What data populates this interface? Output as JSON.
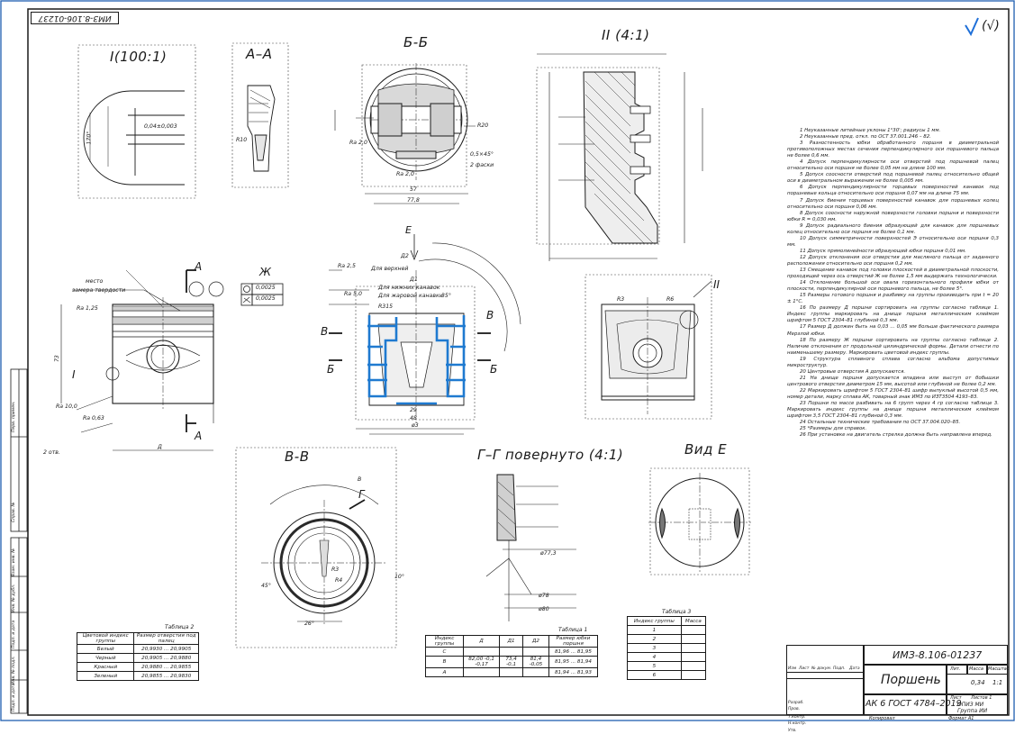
{
  "drawing": {
    "stamp_top": "ИМЗ-8.106-01237",
    "roughness_mark": "(√)",
    "sections": {
      "detail_I_title": "I(100:1)",
      "section_AA_title": "А–А",
      "section_BB_title": "Б-Б",
      "detail_II_title": "II (4:1)",
      "section_VV_title": "В-В",
      "section_GG_title": "Г–Г повернуто (4:1)",
      "view_E_title": "Вид Е"
    },
    "labels": {
      "place_hardness": "место",
      "place_hardness_2": "замера твердости",
      "E_arrow": "Е",
      "A_top": "А",
      "A_bottom": "А",
      "Zh": "Ж",
      "V_left": "В",
      "V_right": "В",
      "B_left": "Б",
      "B_right": "Б",
      "G": "Г",
      "I_mark": "I",
      "II_mark": "II",
      "Zh_tol_1": "0,0025",
      "Zh_tol_2": "0,0025",
      "D": "Д",
      "D1": "Д1",
      "D2": "Д2",
      "detail_I_dim": "0,04±0,003",
      "detail_I_angle": "170°",
      "for_fire_groove": "Для жаровой канавки",
      "for_upper_groove": "Для верхней",
      "for_lower_grooves": "Для нижних канавок",
      "dim_35": "35°",
      "dim_R315": "R315",
      "dim_57": "57",
      "dim_778": "77,8",
      "dim_63": "ø3",
      "dim_29": "29",
      "dim_48": "48",
      "dim_R3": "R3",
      "dim_R6": "R6",
      "dim_R10": "R10",
      "dim_R20": "R20",
      "dim_Ra20_1": "Ra 2,0",
      "dim_Ra20_2": "Ra 2,0",
      "dim_Ra125": "Ra 1,25",
      "dim_Ra100": "Ra 10,0",
      "dim_Ra063": "Ra 0,63",
      "dim_Ra25": "Ra 2,5",
      "dim_Ra50": "Ra 5,0",
      "dim_45deg": "0,5×45°",
      "dim_2faces": "2 фаски",
      "dim_78": "ø78",
      "dim_80": "ø80",
      "dim_773": "ø77,3",
      "dim_10deg": "10°",
      "dim_45": "45°",
      "dim_26": "26°",
      "dim_73": "73",
      "dim_2otv": "2 отв.",
      "dim_R4": "R4",
      "dim_R3b": "R3",
      "dim_B": "В"
    }
  },
  "notes": [
    "1 Неуказанные литейные уклоны 1°30'; радиусы 1 мм.",
    "2 Неуказанные пред. откл. по ОСТ 37.001.246 – 82.",
    "3 Разностенность юбки обработанного поршня в диаметральной противоположных местах сечения перпендикулярного оси поршневого пальца не более 0,6 мм.",
    "4 Допуск перпендикулярности оси отверстий под поршневой палец относительно оси поршня не более 0,05 мм на длине 100 мм.",
    "5 Допуск соосности отверстий под поршневой палец относительно общей оси в диаметральном выражении не более 0,005 мм.",
    "6 Допуск перпендикулярности торцевых поверхностей канавок под поршневые кольца относительно оси поршня 0,07 мм на длине 75 мм.",
    "7 Допуск биения торцевых поверхностей канавок для поршневых колец относительно оси поршня 0,06 мм.",
    "8 Допуск соосности наружной поверхности головки поршня и поверхности юбки R = 0,030 мм.",
    "9 Допуск радиального биения образующей для канавок для поршневых колец относительно оси поршня не более 0,1 мм.",
    "10 Допуск симметричности поверхностей Э относительно оси поршня 0,3 мм.",
    "11 Допуск прямолинейности образующей юбки поршня 0,01 мм.",
    "12 Допуск отклонения оси отверстия для масляного пальца от заданного расположения относительно оси поршня 0,2 мм.",
    "13 Смещение канавок под головки плоскостей в диаметральной плоскости, проходящей через ось отверстий Ж не более 1,5 мм выдержать технологически.",
    "14 Отклонение большой оси овала горизонтального профиля юбки от плоскости, перпендикулярной оси поршневого пальца, не более 5°.",
    "15 Размеры готового поршня и разбивку на группы производить при t = 20 ± 1°С.",
    "16 По размеру Д поршни сортировать на группы согласно таблице 1. Индекс группы маркировать на днище поршня металлическим клеймом шрифтом 5 ГОСТ 2304–81 глубиной 0,3 мм.",
    "17 Размер Д должен быть на 0,03 ... 0,05 мм больше фактического размера Мерзлой юбки.",
    "18 По размеру Ж поршни сортировать на группы согласно таблице 2. Наличие отклонения от продольной цилиндрической формы. Детали отнести по наименьшему размеру. Маркировать цветовой индекс группы.",
    "19 Структура сплавного сплава согласно альбома допустимых микроструктур.",
    "20 Центровые отверстия А допускаются.",
    "21 На днище поршня допускается впадина или выступ от бобышки центрового отверстия диаметром 15 мм, высотой или глубиной не более 0,2 мм.",
    "22 Маркировать шрифтом 5 ГОСТ 2304–81 шифр выпуклый высотой 0,5 мм, номер детали, марку сплава АК, товарный знак ИМЗ по ИЗТ3504 4193–83.",
    "23 Поршни по массе разбивать на 6 групп через 4 гр согласно таблице 3. Маркировать индекс группы на днище поршня металлическим клеймом шрифтом 3,5 ГОСТ 2304–81 глубиной 0,3 мм.",
    "24 Остальные технические требования по ОСТ 37.004.020–85.",
    "25 *Размеры для справок.",
    "26 При установке на двигатель стрелка должна быть направлена вперед."
  ],
  "table1": {
    "caption": "Таблица 1",
    "headers": [
      "Индекс группы",
      "Д",
      "Д1",
      "Д2",
      "Размер юбки поршня"
    ],
    "rows": [
      [
        "С",
        "",
        "",
        "",
        "81,96 ... 81,95"
      ],
      [
        "В",
        "82,00 -0,1 -0,17",
        "73,4 -0,1",
        "81,4 -0,05",
        "81,95 ... 81,94"
      ],
      [
        "А",
        "",
        "",
        "",
        "81,94 ... 81,93"
      ]
    ]
  },
  "table2": {
    "caption": "Таблица 2",
    "headers": [
      "Цветовой индекс группы",
      "Размер отверстия под палец"
    ],
    "rows": [
      [
        "Белый",
        "20,9930 ... 20,9905"
      ],
      [
        "Черный",
        "20,9905 ... 20,9880"
      ],
      [
        "Красный",
        "20,9880 ... 20,9855"
      ],
      [
        "Зеленый",
        "20,9855 ... 20,9830"
      ]
    ]
  },
  "table3": {
    "caption": "Таблица 3",
    "headers": [
      "Индекс группы",
      "Масса"
    ],
    "rows": [
      [
        "1",
        ""
      ],
      [
        "2",
        ""
      ],
      [
        "3",
        ""
      ],
      [
        "4",
        ""
      ],
      [
        "5",
        ""
      ],
      [
        "6",
        ""
      ]
    ]
  },
  "titleblock": {
    "designation": "ИМЗ-8.106-01237",
    "name": "Поршень",
    "material": "АК 6 ГОСТ 4784–2019",
    "lit": "Лит.",
    "mass": "Масса",
    "scale": "Масштаб",
    "mass_value": "0,34",
    "scale_value": "1:1",
    "sheet": "Лист",
    "sheets": "Листов 1",
    "org": "ОПИЗ МИ",
    "org2": "Группа ИИ",
    "roles": [
      "Изм",
      "Лист",
      "№ докум.",
      "Подп.",
      "Дата",
      "Разраб.",
      "Пров.",
      "Т.контр.",
      "Н.контр.",
      "Утв."
    ],
    "copied": "Копировал",
    "format": "Формат А1"
  },
  "left_tabs": [
    "Перв. примен.",
    "Справ. №",
    "Подп. и дата",
    "Инв. № дубл.",
    "Взам. инв. №",
    "Подп. и дата",
    "Инв. № подл."
  ],
  "colors": {
    "line": "#1a1a1a",
    "border": "#1f5fb0",
    "accent": "#1f7ad0",
    "check": "#1e6fd8"
  }
}
